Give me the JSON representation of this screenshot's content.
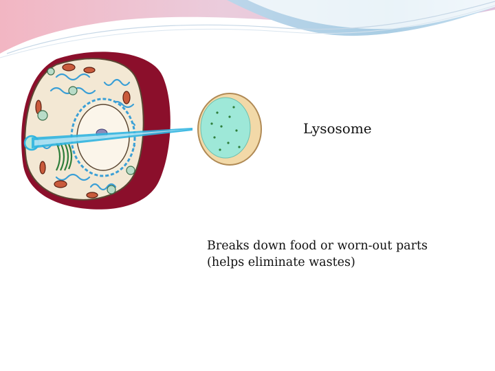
{
  "slide": {
    "label": "Lysosome",
    "description_lines": [
      "Breaks down food or worn-out parts",
      "(helps eliminate wastes)"
    ]
  },
  "colors": {
    "cell_wall": "#8b0f2b",
    "cytoplasm": "#f3e8d4",
    "er": "#3a9fd6",
    "lysosome_fill": "#9ee8d8",
    "lysosome_rim": "#f2d9a8",
    "pointer": "#2fb4e0",
    "header_pink": "#e9a6b8",
    "header_blue": "#a9cbe3"
  },
  "icons": [
    "cell-diagram",
    "lysosome-icon",
    "header-swoosh"
  ]
}
